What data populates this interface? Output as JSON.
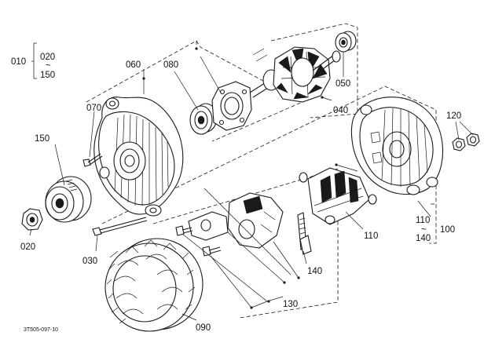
{
  "labels": {
    "p010": "010",
    "p020a": "020",
    "tilde": "~",
    "p150a": "150",
    "p060": "060",
    "p080": "080",
    "p070": "070",
    "p050": "050",
    "p040": "040",
    "p150": "150",
    "p020": "020",
    "p030": "030",
    "p120": "120",
    "p110a": "110",
    "p140a": "140",
    "p100": "100",
    "p110": "110",
    "p140": "140",
    "p130": "130",
    "p090": "090"
  },
  "footer": {
    "code": "3T505-097-10"
  }
}
